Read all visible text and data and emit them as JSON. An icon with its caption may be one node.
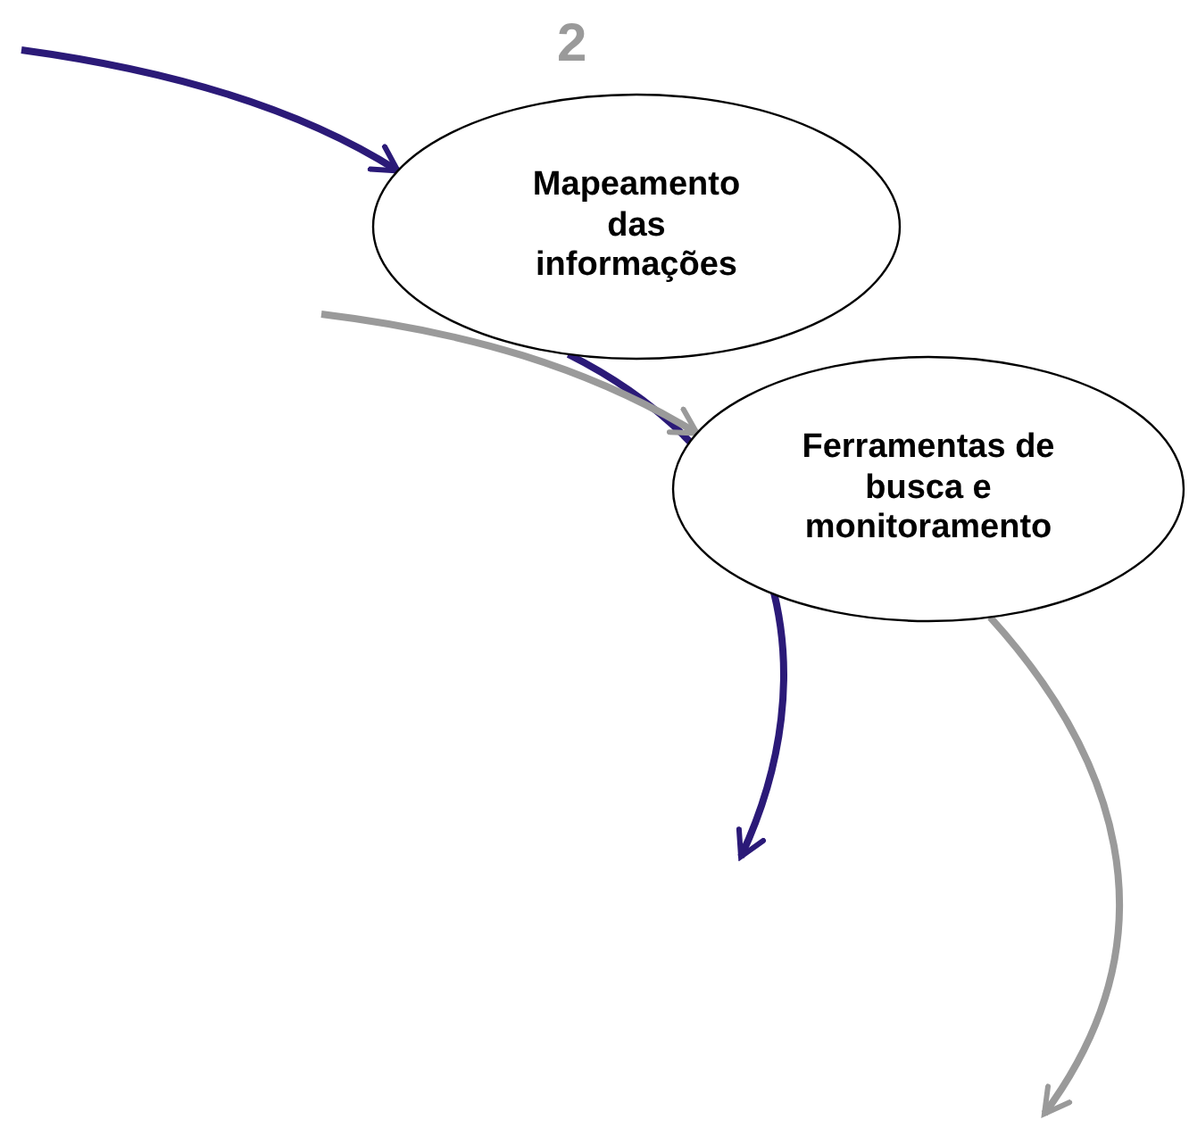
{
  "diagram": {
    "nodes": [
      {
        "text": [
          "Mapeamento das informações"
        ],
        "beside": [
          "2"
        ]
      },
      {
        "text": [
          "Ferramentas de busca e monitoramento"
        ]
      }
    ],
    "edges": [
      {
        "from": null,
        "to": 0,
        "arrow": "to",
        "color": "#2b1a78"
      },
      {
        "from": 0,
        "to": null,
        "arrow": "to",
        "color": "#2b1a78"
      },
      {
        "from": null,
        "to": 1,
        "arrow": "to",
        "color": "#9a9a9a"
      },
      {
        "from": 1,
        "to": null,
        "arrow": "to",
        "color": "#9a9a9a"
      }
    ]
  }
}
